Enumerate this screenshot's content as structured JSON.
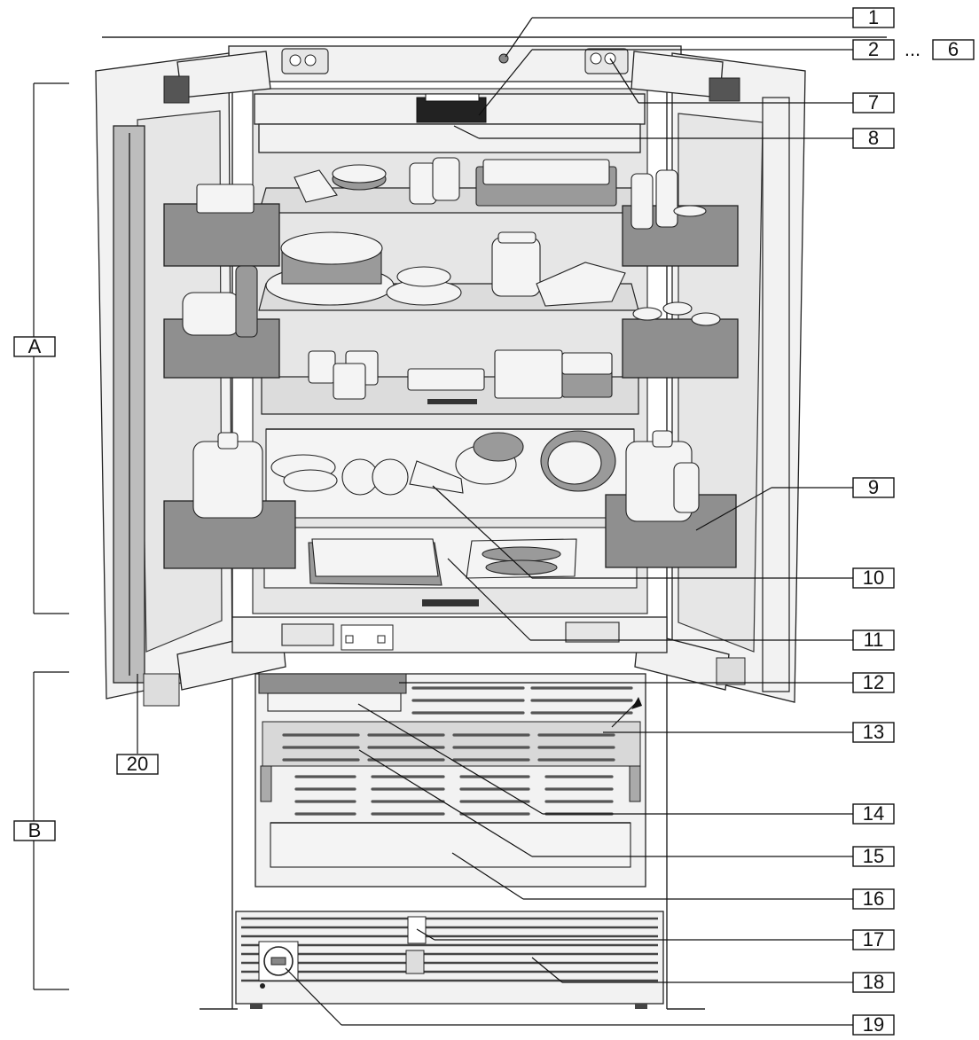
{
  "zones": {
    "A": "A",
    "B": "B"
  },
  "callouts": {
    "c1": "1",
    "c2": "2",
    "ellipsis": "...",
    "c6": "6",
    "c7": "7",
    "c8": "8",
    "c9": "9",
    "c10": "10",
    "c11": "11",
    "c12": "12",
    "c13": "13",
    "c14": "14",
    "c15": "15",
    "c16": "16",
    "c17": "17",
    "c18": "18",
    "c19": "19",
    "c20": "20"
  },
  "colors": {
    "line": "#222222",
    "bin_fill": "#8f8f8f",
    "interior": "#e6e6e6",
    "background": "#ffffff"
  }
}
